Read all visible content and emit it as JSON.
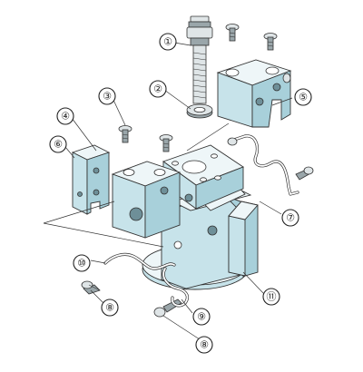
{
  "callouts": [
    {
      "id": "c1",
      "label": "①"
    },
    {
      "id": "c2",
      "label": "②"
    },
    {
      "id": "c3",
      "label": "③"
    },
    {
      "id": "c4",
      "label": "④"
    },
    {
      "id": "c5",
      "label": "⑤"
    },
    {
      "id": "c6",
      "label": "⑥"
    },
    {
      "id": "c7",
      "label": "⑦"
    },
    {
      "id": "c8a",
      "label": "⑧"
    },
    {
      "id": "c8b",
      "label": "⑧"
    },
    {
      "id": "c9",
      "label": "⑨"
    },
    {
      "id": "c10",
      "label": "⑩"
    },
    {
      "id": "c11",
      "label": "⑪"
    }
  ],
  "colors": {
    "part_light": "#eef6f8",
    "part_mid": "#c7e3ea",
    "part_dark": "#a8d0da",
    "line": "#333333"
  }
}
